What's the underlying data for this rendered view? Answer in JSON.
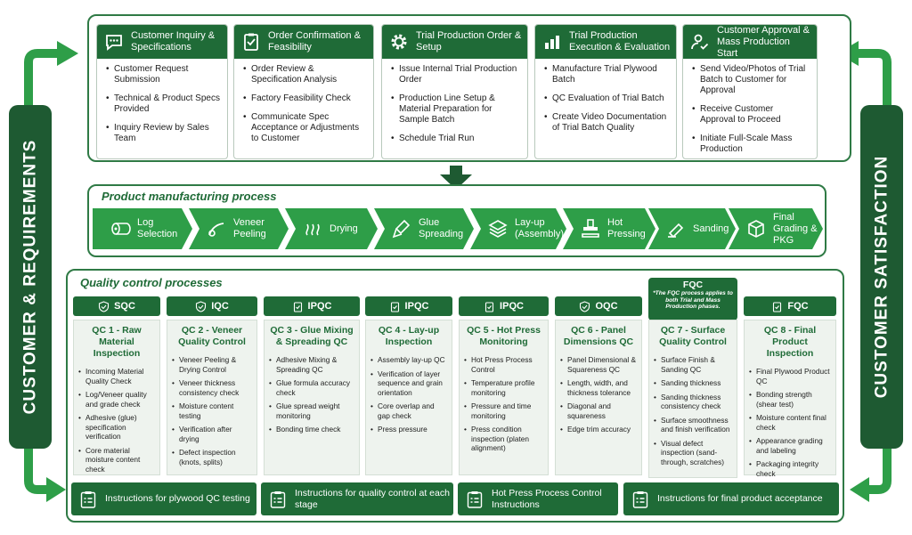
{
  "side": {
    "left_label": "CUSTOMER & REQUIREMENTS",
    "right_label": "CUSTOMER SATISFACTION"
  },
  "steps": [
    {
      "icon": "chat-bubble-icon",
      "title": "Customer Inquiry & Specifications",
      "items": [
        "Customer Request Submission",
        "Technical & Product Specs Provided",
        "Inquiry Review by Sales Team"
      ]
    },
    {
      "icon": "clipboard-check-icon",
      "title": "Order Confirmation & Feasibility",
      "items": [
        "Order Review & Specification Analysis",
        "Factory Feasibility Check",
        "Communicate Spec Acceptance or Adjustments to Customer"
      ]
    },
    {
      "icon": "gear-icon",
      "title": "Trial Production Order & Setup",
      "items": [
        "Issue Internal Trial Production Order",
        "Production Line Setup & Material Preparation for Sample Batch",
        "Schedule Trial Run"
      ]
    },
    {
      "icon": "bar-chart-icon",
      "title": "Trial Production Execution & Evaluation",
      "items": [
        "Manufacture Trial Plywood Batch",
        "QC Evaluation of Trial Batch",
        "Create Video Documentation of Trial Batch Quality"
      ]
    },
    {
      "icon": "user-check-icon",
      "title": "Customer Approval & Mass Production Start",
      "items": [
        "Send Video/Photos of Trial Batch to Customer for Approval",
        "Receive Customer Approval to Proceed",
        "Initiate Full-Scale Mass Production"
      ]
    }
  ],
  "manufacturing": {
    "title": "Product manufacturing process",
    "steps": [
      {
        "icon": "log-icon",
        "label": "Log Selection"
      },
      {
        "icon": "peel-icon",
        "label": "Veneer Peeling"
      },
      {
        "icon": "heat-icon",
        "label": "Drying"
      },
      {
        "icon": "glue-brush-icon",
        "label": "Glue Spreading"
      },
      {
        "icon": "layers-icon",
        "label": "Lay-up (Assembly)"
      },
      {
        "icon": "press-icon",
        "label": "Hot Pressing"
      },
      {
        "icon": "sanding-icon",
        "label": "Sanding"
      },
      {
        "icon": "package-icon",
        "label": "Final Grading & PKG"
      }
    ]
  },
  "qc": {
    "title": "Quality control processes",
    "fqc_note_title": "FQC",
    "fqc_note": "*The FQC process applies to both Trial and Mass Production phases.",
    "columns": [
      {
        "badge": "SQC",
        "name": "QC 1 - Raw Material Inspection",
        "items": [
          "Incoming Material Quality Check",
          "Log/Veneer quality and grade check",
          "Adhesive (glue) specification verification",
          "Core material moisture content check"
        ]
      },
      {
        "badge": "IQC",
        "name": "QC 2 - Veneer Quality Control",
        "items": [
          "Veneer Peeling & Drying Control",
          "Veneer thickness consistency check",
          "Moisture content testing",
          "Verification after drying",
          "Defect inspection (knots, splits)"
        ]
      },
      {
        "badge": "IPQC",
        "name": "QC 3 - Glue Mixing & Spreading QC",
        "items": [
          "Adhesive Mixing & Spreading QC",
          "Glue formula accuracy check",
          "Glue spread weight monitoring",
          "Bonding time check"
        ]
      },
      {
        "badge": "IPQC",
        "name": "QC 4 - Lay-up Inspection",
        "items": [
          "Assembly lay-up QC",
          "Verification of layer sequence and grain orientation",
          "Core overlap and gap check",
          "Press pressure"
        ]
      },
      {
        "badge": "IPQC",
        "name": "QC 5 - Hot Press Monitoring",
        "items": [
          "Hot Press Process Control",
          "Temperature profile monitoring",
          "Pressure and time monitoring",
          "Press condition inspection (platen alignment)"
        ]
      },
      {
        "badge": "OQC",
        "name": "QC 6 - Panel Dimensions QC",
        "items": [
          "Panel Dimensional & Squareness QC",
          "Length, width, and thickness tolerance",
          "Diagonal and squareness",
          "Edge trim accuracy"
        ]
      },
      {
        "badge": "",
        "name": "QC 7 - Surface Quality Control",
        "items": [
          "Surface Finish & Sanding QC",
          "Sanding thickness",
          "Sanding thickness consistency check",
          "Surface smoothness and finish verification",
          "Visual defect inspection (sand-through, scratches)"
        ]
      },
      {
        "badge": "FQC",
        "name": "QC 8 - Final Product Inspection",
        "items": [
          "Final Plywood Product QC",
          "Bonding strength (shear test)",
          "Moisture content final check",
          "Appearance grading and labeling",
          "Packaging integrity check"
        ]
      }
    ],
    "instructions": [
      {
        "icon": "clipboard-list-icon",
        "label": "Instructions for plywood QC testing"
      },
      {
        "icon": "clipboard-list-icon",
        "label": "Instructions for quality control at each stage"
      },
      {
        "icon": "clipboard-list-icon",
        "label": "Hot Press Process Control Instructions"
      },
      {
        "icon": "clipboard-list-icon",
        "label": "Instructions for final product acceptance"
      }
    ]
  },
  "colors": {
    "primary": "#1f6b37",
    "dark": "#1e5a32",
    "accent": "#2e9e48",
    "light": "#eef3ee"
  }
}
